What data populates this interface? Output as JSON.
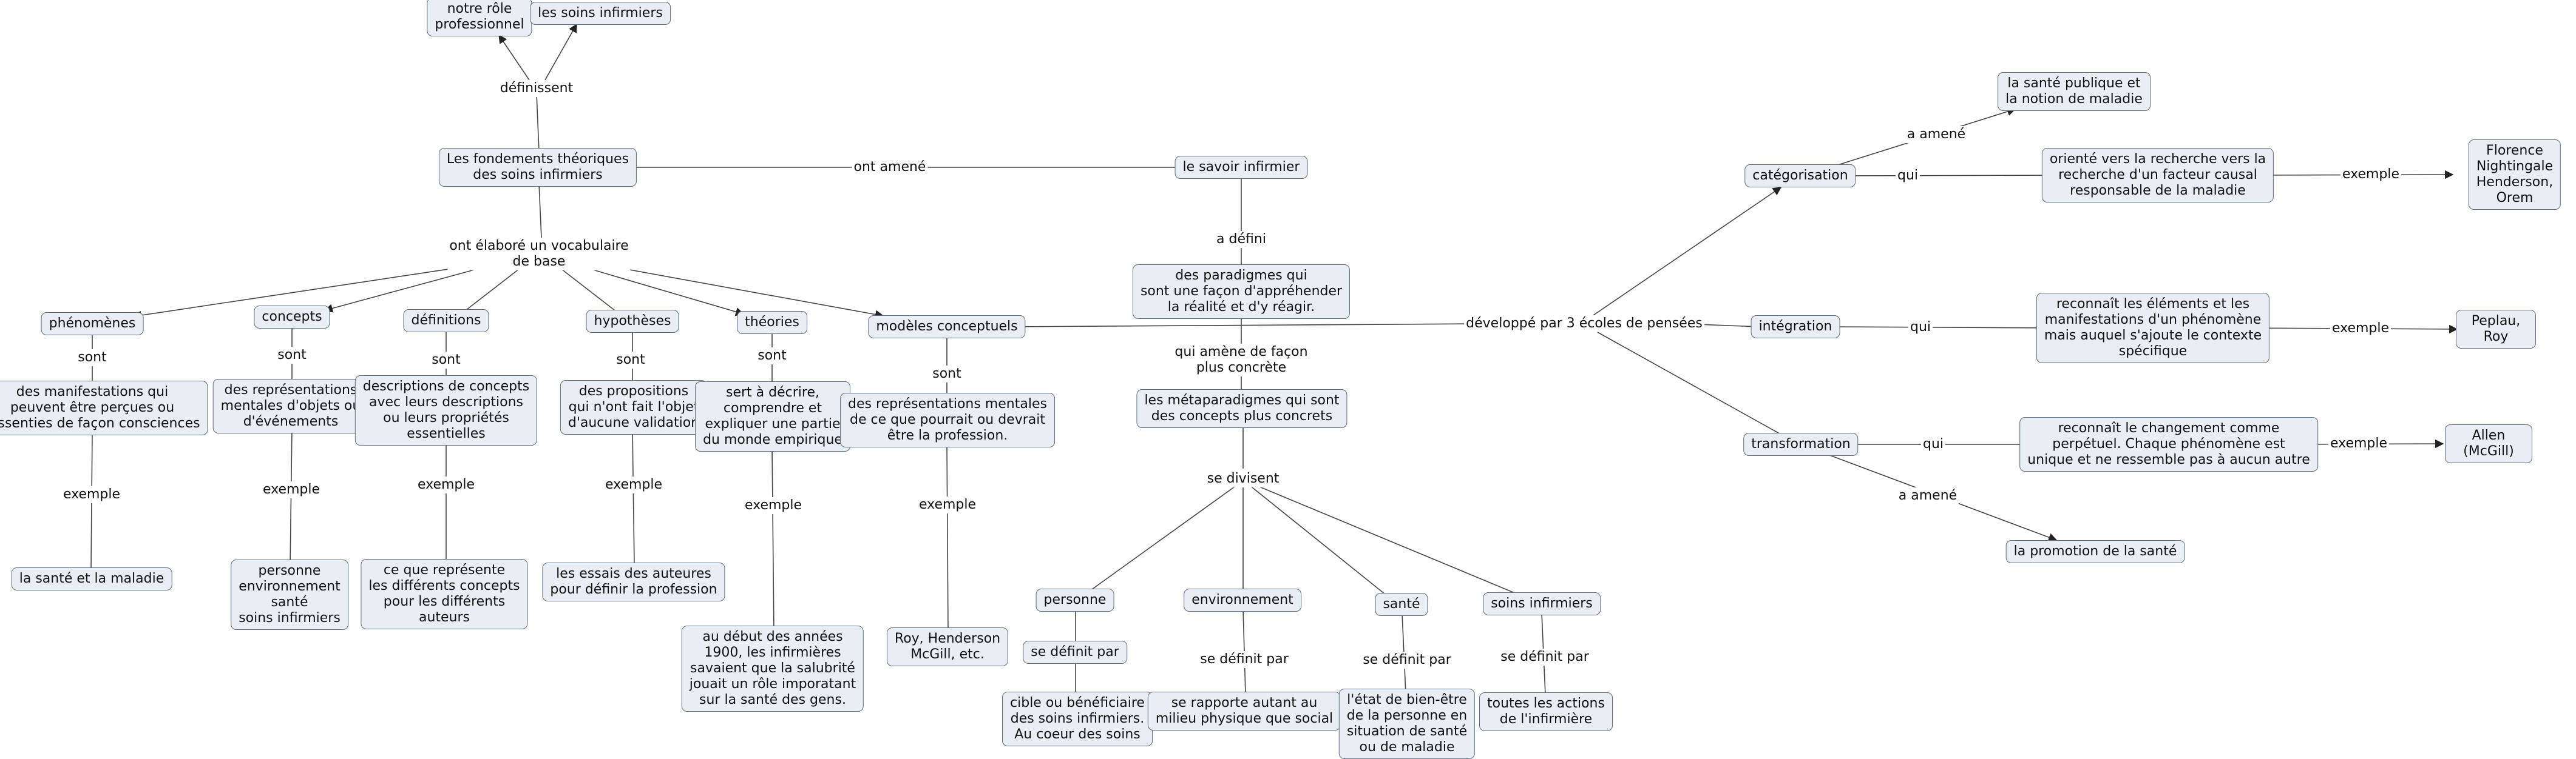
{
  "concepts": {
    "c_role": "notre rôle\nprofessionnel",
    "c_soins_inf_top": "les soins infirmiers",
    "c_fondements": "Les fondements théoriques\ndes soins infirmiers",
    "c_savoir": "le savoir infirmier",
    "c_paradigmes": "des paradigmes qui\nsont une façon d'appréhender\nla réalité et d'y réagir.",
    "c_metaparadigmes": "les métaparadigmes qui sont\ndes concepts plus concrets",
    "c_phenomenes": "phénomènes",
    "c_concepts": "concepts",
    "c_definitions": "définitions",
    "c_hypotheses": "hypothèses",
    "c_theories": "théories",
    "c_modeles": "modèles conceptuels",
    "c_manif": "des manifestations qui\npeuvent être perçues ou\nressenties de façon consciences",
    "c_rep_mentales": "des représentations\nmentales d'objets ou\nd'événements",
    "c_descriptions": "descriptions de concepts\navec leurs descriptions\nou leurs propriétés\nessentielles",
    "c_propositions": "des propositions\nqui n'ont fait l'objet\nd'aucune validation",
    "c_sert": "sert à décrire,\ncomprendre et\nexpliquer une partie\ndu monde empirique",
    "c_rep_profession": "des représentations mentales\nde ce que pourrait ou devrait\nêtre la profession.",
    "c_sante_maladie": "la santé et la maladie",
    "c_pese": "personne\nenvironnement\nsanté\nsoins infirmiers",
    "c_ce_que": "ce que représente\nles différents concepts\npour les différents\nauteurs",
    "c_essais": "les essais des auteures\npour définir la profession",
    "c_1900": "au début des années\n1900, les infirmières\nsavaient que la salubrité\njouait un rôle imporatant\nsur la santé des gens.",
    "c_roy": "Roy, Henderson\nMcGill, etc.",
    "c_personne": "personne",
    "c_environnement": "environnement",
    "c_sante": "santé",
    "c_soins_inf": "soins infirmiers",
    "c_se_def_box": "se définit par",
    "c_cible": "cible ou bénéficiaire\ndes soins infirmiers.\nAu coeur des soins",
    "c_milieu": "se rapporte autant au\nmilieu physique que social",
    "c_bien_etre": "l'état de bien-être\nde la personne en\nsituation de santé\nou de maladie",
    "c_actions": "toutes les actions\nde l'infirmière",
    "c_categorisation": "catégorisation",
    "c_integration": "intégration",
    "c_transformation": "transformation",
    "c_sante_publique": "la santé publique et\nla notion de maladie",
    "c_oriente": "orienté vers la recherche vers la\nrecherche d'un facteur causal\nresponsable de la maladie",
    "c_nightingale": "Florence Nightingale\nHenderson, Orem",
    "c_reconnait_elem": "reconnaît les éléments et les\nmanifestations d'un phénomène\nmais auquel s'ajoute le contexte\nspécifique",
    "c_peplau": "Peplau, Roy",
    "c_reconnait_chg": "reconnaît le changement comme\nperpétuel. Chaque phénomène est\nunique et ne ressemble pas à aucun autre",
    "c_allen": "Allen (McGill)",
    "c_promotion": "la promotion de la santé"
  },
  "link_labels": {
    "l_definissent": "définissent",
    "l_ont_amene": "ont amené",
    "l_vocabulaire": "ont élaboré un vocabulaire\nde base",
    "l_a_defini": "a défini",
    "l_qui_amene": "qui amène de façon\nplus concrète",
    "l_se_divisent": "se divisent",
    "l_developpe": "développé par 3 écoles de pensées",
    "l_sont_1": "sont",
    "l_sont_2": "sont",
    "l_sont_3": "sont",
    "l_sont_4": "sont",
    "l_sont_5": "sont",
    "l_sont_6": "sont",
    "l_ex_1": "exemple",
    "l_ex_2": "exemple",
    "l_ex_3": "exemple",
    "l_ex_4": "exemple",
    "l_ex_5": "exemple",
    "l_ex_6": "exemple",
    "l_sdp_env": "se définit par",
    "l_sdp_sante": "se définit par",
    "l_sdp_soins": "se définit par",
    "l_a_amene_1": "a amené",
    "l_qui_1": "qui",
    "l_ex_cat": "exemple",
    "l_qui_2": "qui",
    "l_ex_int": "exemple",
    "l_qui_3": "qui",
    "l_ex_trans": "exemple",
    "l_a_amene_2": "a amené"
  },
  "colors": {
    "node_fill": "#e9eef4",
    "node_border": "#5a6b7d",
    "link": "#444444"
  }
}
